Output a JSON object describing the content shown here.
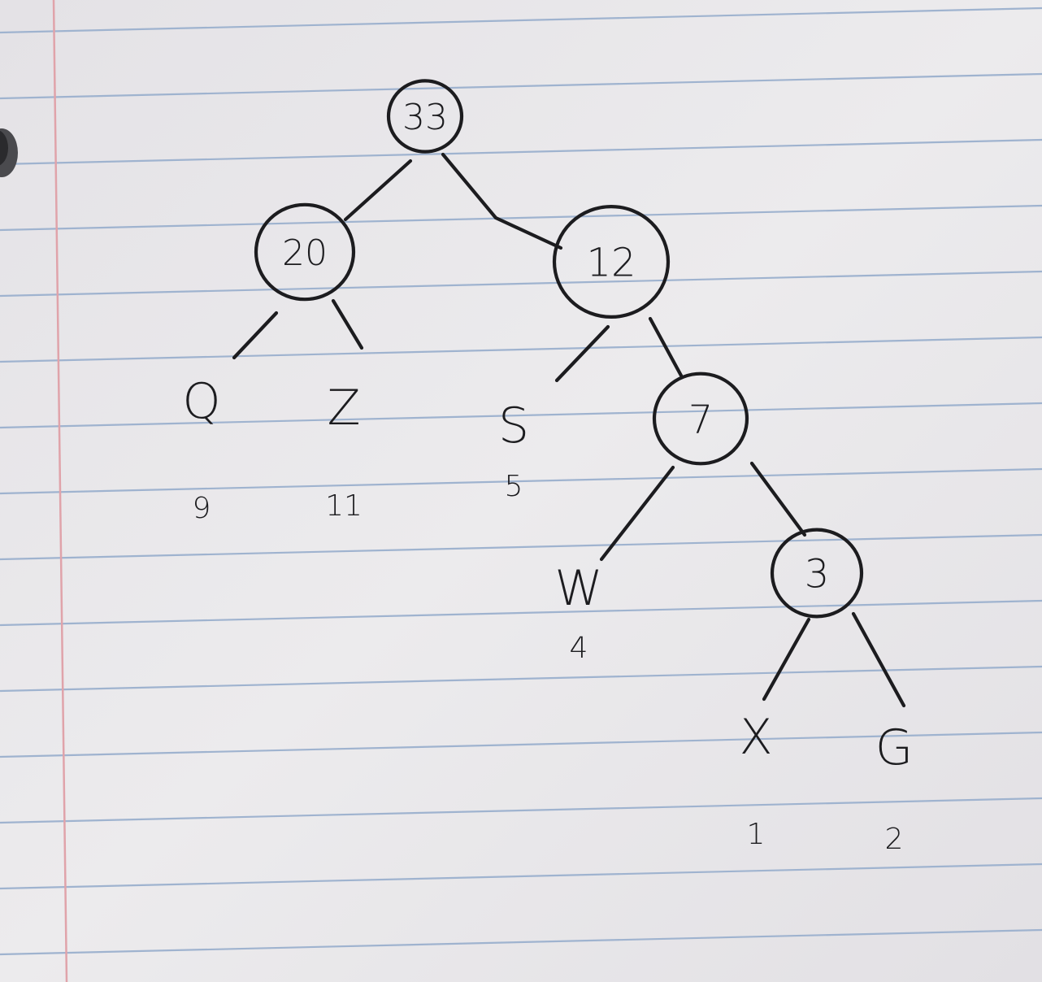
{
  "tree": {
    "internal_nodes": [
      {
        "id": "n33",
        "label": "33"
      },
      {
        "id": "n20",
        "label": "20"
      },
      {
        "id": "n12",
        "label": "12"
      },
      {
        "id": "n7",
        "label": "7"
      },
      {
        "id": "n3",
        "label": "3"
      }
    ],
    "leaves": [
      {
        "id": "Q",
        "label": "Q",
        "weight": "9"
      },
      {
        "id": "Z",
        "label": "Z",
        "weight": "11"
      },
      {
        "id": "S",
        "label": "S",
        "weight": "5"
      },
      {
        "id": "W",
        "label": "W",
        "weight": "4"
      },
      {
        "id": "X",
        "label": "X",
        "weight": "1"
      },
      {
        "id": "G",
        "label": "G",
        "weight": "2"
      }
    ],
    "edges": [
      [
        "n33",
        "n20"
      ],
      [
        "n33",
        "n12"
      ],
      [
        "n20",
        "Q"
      ],
      [
        "n20",
        "Z"
      ],
      [
        "n12",
        "S"
      ],
      [
        "n12",
        "n7"
      ],
      [
        "n7",
        "W"
      ],
      [
        "n7",
        "n3"
      ],
      [
        "n3",
        "X"
      ],
      [
        "n3",
        "G"
      ]
    ]
  },
  "colors": {
    "ink": "#1c1c1f",
    "paper": "#e9e7ea",
    "rule_line": "#9fb3cf",
    "margin_line": "#e0a3aa"
  }
}
